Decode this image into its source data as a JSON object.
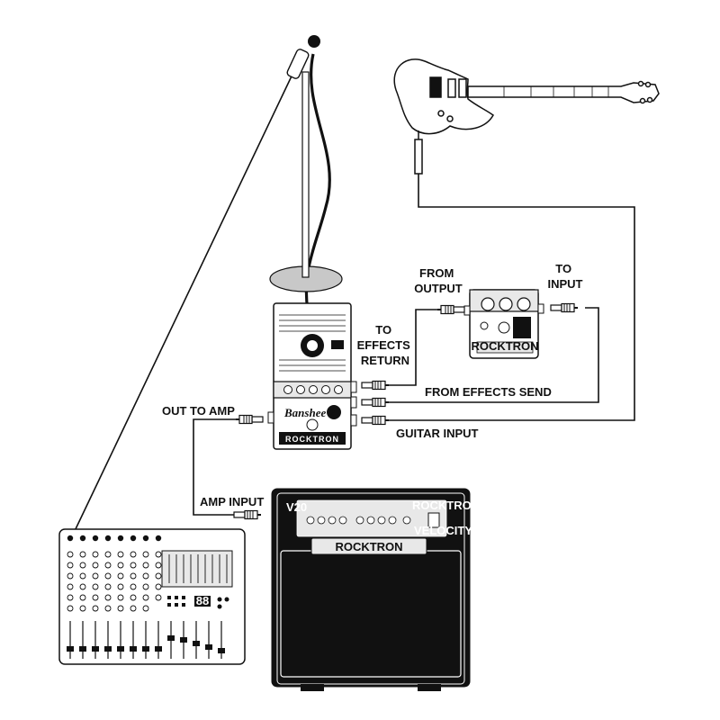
{
  "labels": {
    "from_output": [
      "FROM",
      "OUTPUT"
    ],
    "to_input": [
      "TO",
      "INPUT"
    ],
    "to_effects_return": [
      "TO",
      "EFFECTS",
      "RETURN"
    ],
    "from_effects_send": "FROM EFFECTS SEND",
    "out_to_amp": "OUT TO AMP",
    "guitar_input": "GUITAR INPUT",
    "amp_input": "AMP INPUT"
  },
  "branding": {
    "banshee": "Banshee 2",
    "banshee_brand": "ROCKTRON",
    "pedal_brand": "ROCKTRON",
    "amp_brand": "ROCKTRON",
    "amp_panel_brand": "ROCKTRON",
    "amp_model": "V20",
    "amp_series": "VELOCITY",
    "mixer_display": "88"
  },
  "icons": {
    "microphone": "microphone-stand-icon",
    "guitar": "electric-guitar-icon",
    "talkbox": "talkbox-pedal-icon",
    "effects": "effects-pedal-icon",
    "amp": "combo-amplifier-icon",
    "mixer": "mixing-console-icon",
    "plug": "guitar-cable-plug-icon"
  },
  "colors": {
    "line": "#111111",
    "fill_light": "#e8e8e8",
    "fill_dark": "#111111",
    "stand_base": "#c8c8c8"
  }
}
